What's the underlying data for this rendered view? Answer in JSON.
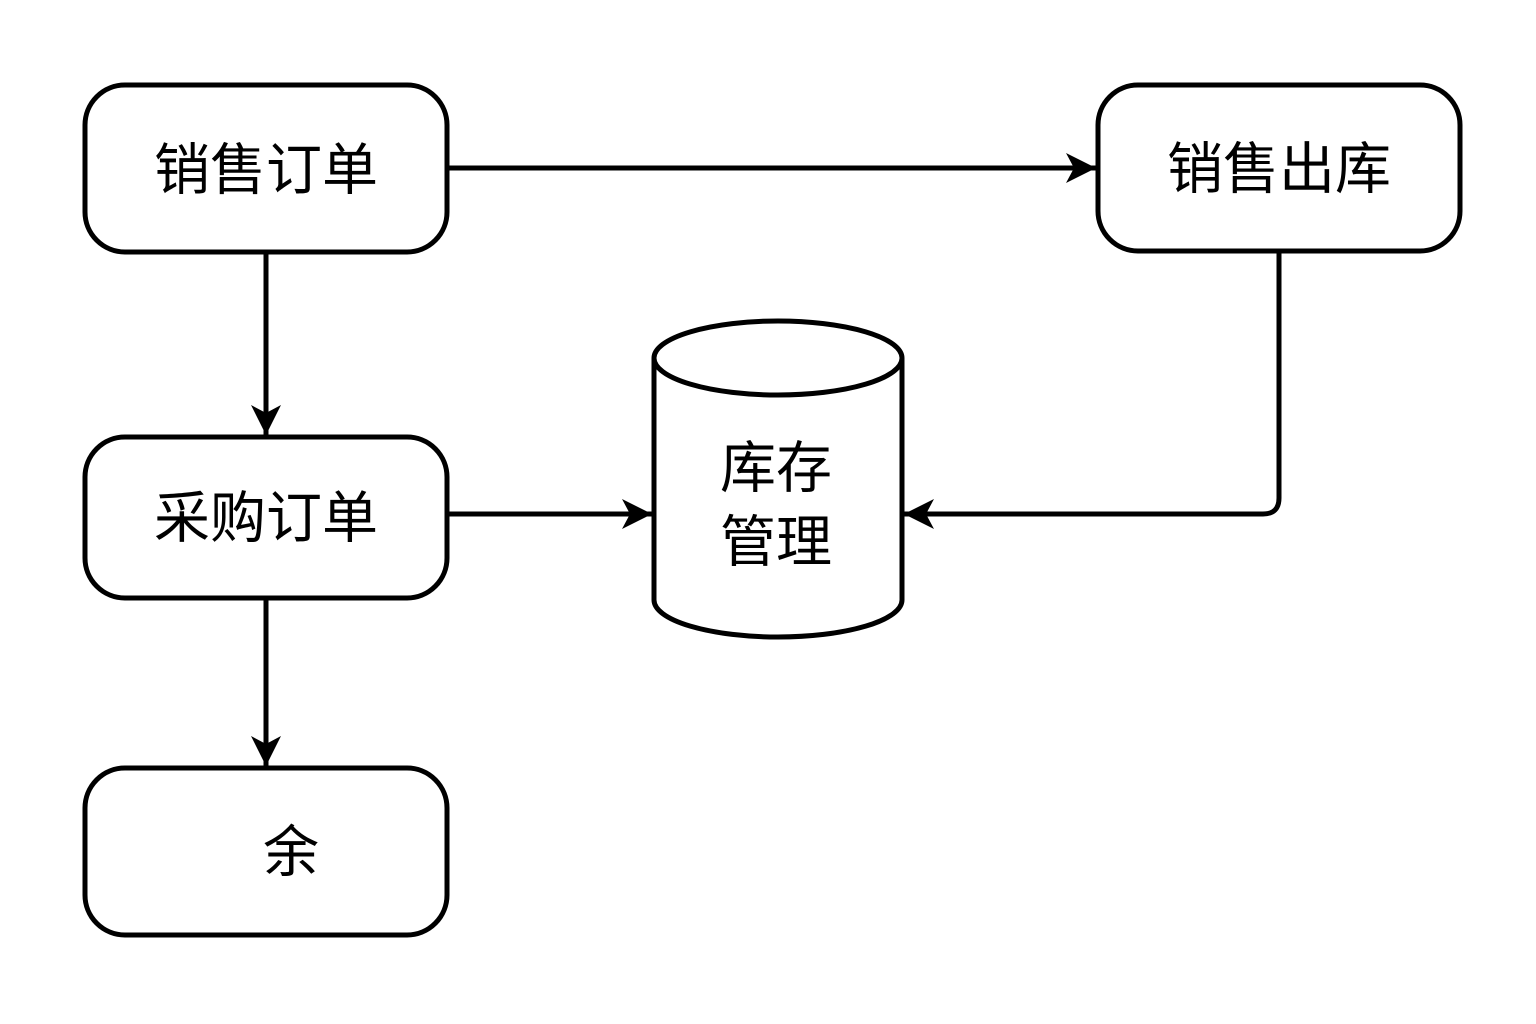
{
  "canvas": {
    "background_color": "#ffffff",
    "line_color": "#000000",
    "node_fill_color": "#ffffff"
  },
  "nodes": {
    "sales_order": {
      "label": "销售订单",
      "shape": "rounded-rect"
    },
    "sales_outbound": {
      "label": "销售出库",
      "shape": "rounded-rect"
    },
    "purchase_order": {
      "label": "采购订单",
      "shape": "rounded-rect"
    },
    "inventory": {
      "label": "库存管理",
      "line1": "库存",
      "line2": "管理",
      "shape": "cylinder"
    },
    "remainder": {
      "label": "余",
      "shape": "rounded-rect"
    }
  },
  "edges": [
    {
      "from": "销售订单",
      "to": "销售出库",
      "style": "straight-arrow"
    },
    {
      "from": "销售订单",
      "to": "采购订单",
      "style": "straight-arrow"
    },
    {
      "from": "采购订单",
      "to": "库存管理",
      "style": "straight-arrow"
    },
    {
      "from": "销售出库",
      "to": "库存管理",
      "style": "elbow-arrow"
    },
    {
      "from": "采购订单",
      "to": "余",
      "style": "straight-arrow"
    }
  ]
}
